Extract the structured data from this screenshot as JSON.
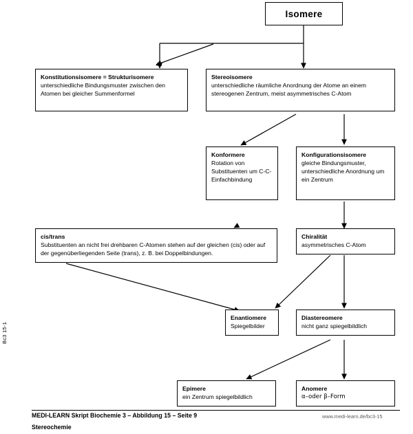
{
  "diagram": {
    "type": "flowchart",
    "root": {
      "title": "Isomere"
    },
    "nodes": [
      {
        "id": "konstitutionsisomere",
        "title": "Konstitutionsisomere = Strukturisomere",
        "body": "unterschiedliche Bindungsmuster zwischen den Atomen bei gleicher Summenformel"
      },
      {
        "id": "stereoisomere",
        "title": "Stereoisomere",
        "body": "unterschiedliche räumliche Anordnung der Atome an einem stereogenen Zentrum, meist asymmetrisches C-Atom"
      },
      {
        "id": "konformere",
        "title": "Konformere",
        "body": "Rotation von Substituenten um C-C-Einfachbindung"
      },
      {
        "id": "konfigurationsisomere",
        "title": "Konfigurationsisomere",
        "body": "gleiche Bindungsmuster, unterschiedliche Anordnung um ein Zentrum"
      },
      {
        "id": "cistrans",
        "title": "cis/trans",
        "body": "Substituenten an nicht frei drehbaren C-Atomen stehen auf der gleichen (cis) oder auf der gegenüberliegenden Seite (trans), z. B. bei Doppelbindungen."
      },
      {
        "id": "chiralitaet",
        "title": "Chiralität",
        "body": "asymmetrisches C-Atom"
      },
      {
        "id": "enantiomere",
        "title": "Enantiomere",
        "body": "Spiegelbilder"
      },
      {
        "id": "diastereomere",
        "title": "Diastereomere",
        "body": "nicht ganz spiegelbildlich"
      },
      {
        "id": "epimere",
        "title": "Epimere",
        "body": "ein Zentrum spiegelbildlich"
      },
      {
        "id": "anomere",
        "title": "Anomere",
        "body": "α–oder β–Form"
      }
    ]
  },
  "sidebar": {
    "code": "Bc3 15-1"
  },
  "footer": {
    "left": "MEDI-LEARN Skript Biochemie 3 – Abbildung 15 – Seite 9",
    "right": "www.medi-learn.de/bc3-15",
    "sub": "Stereochemie"
  }
}
